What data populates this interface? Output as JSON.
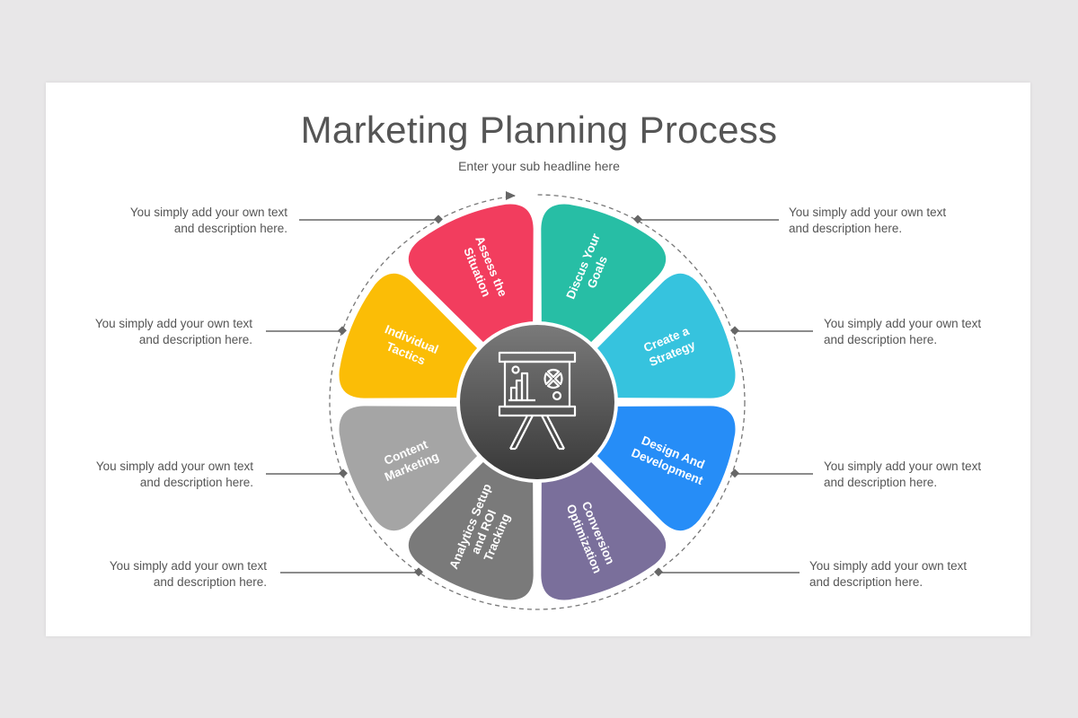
{
  "title": "Marketing Planning Process",
  "subtitle": "Enter your sub headline here",
  "center_icon": "presentation-board-icon",
  "colors": {
    "background": "#e8e7e8",
    "slide": "#ffffff",
    "text": "#555555",
    "connector": "#666666",
    "center_circle_top": "#777777",
    "center_circle_bottom": "#3c3c3c"
  },
  "steps": [
    {
      "label": "Assess the Situation",
      "line1": "Assess the",
      "line2": "Situation",
      "color": "#f23d5e"
    },
    {
      "label": "Discus Your Goals",
      "line1": "Discus Your",
      "line2": "Goals",
      "color": "#27bea5"
    },
    {
      "label": "Create a Strategy",
      "line1": "Create a",
      "line2": "Strategy",
      "color": "#36c3de"
    },
    {
      "label": "Design And Development",
      "line1": "Design And",
      "line2": "Development",
      "color": "#268df7"
    },
    {
      "label": "Conversion Optimization",
      "line1": "Conversion",
      "line2": "Optimization",
      "color": "#7a6f9b"
    },
    {
      "label": "Analytics Setup and ROI Tracking",
      "line1": "Analytics Setup",
      "line2": "and ROI",
      "line3": "Tracking",
      "color": "#7a7a7a"
    },
    {
      "label": "Content Marketing",
      "line1": "Content",
      "line2": "Marketing",
      "color": "#a5a5a5"
    },
    {
      "label": "Individual Tactics",
      "line1": "Individual",
      "line2": "Tactics",
      "color": "#fbbd06"
    }
  ],
  "descriptions": {
    "left": [
      {
        "line1": "You simply add your own text",
        "line2": "and  description here."
      },
      {
        "line1": "You simply add your own text",
        "line2": "and  description here."
      },
      {
        "line1": "You simply add your own text",
        "line2": "and  description here."
      },
      {
        "line1": "You simply add your own text",
        "line2": "and  description here."
      }
    ],
    "right": [
      {
        "line1": "You simply add your own text",
        "line2": "and  description here."
      },
      {
        "line1": "You simply add your own text",
        "line2": "and  description here."
      },
      {
        "line1": "You simply add your own text",
        "line2": "and  description here."
      },
      {
        "line1": "You simply add your own text",
        "line2": "and  description here."
      }
    ]
  }
}
